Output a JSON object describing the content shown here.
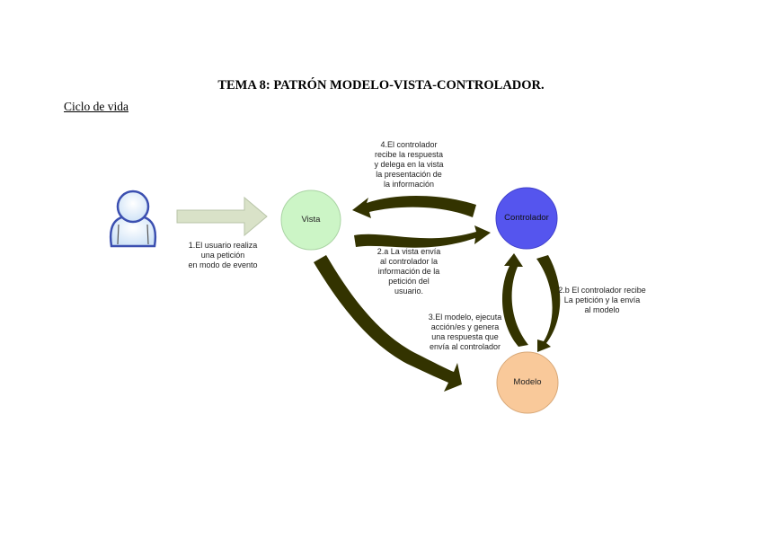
{
  "document": {
    "title": "TEMA 8: PATRÓN MODELO-VISTA-CONTROLADOR.",
    "subtitle": "Ciclo de vida"
  },
  "diagram": {
    "nodes": {
      "user": {
        "icon": "user-icon"
      },
      "vista": {
        "label": "Vista",
        "color": "#ccf5c6"
      },
      "controlador": {
        "label": "Controlador",
        "color": "#5555ee"
      },
      "modelo": {
        "label": "Modelo",
        "color": "#f9c99a"
      }
    },
    "arrow_color": "#333300",
    "user_arrow_color": "#d9e2c8",
    "steps": {
      "step1": "1.El usuario realiza\nuna petición\nen modo de evento",
      "step2a": "2.a La vista envía\nal controlador la\ninformación de la\npetición del\nusuario.",
      "step2b": "2.b El controlador recibe\nLa petición y la envía\nal modelo",
      "step3": "3.El modelo, ejecuta\nacción/es y genera\nuna respuesta que\nenvía al controlador",
      "step4": "4.El controlador\nrecibe la respuesta\ny delega en la vista\nla presentación de\nla información"
    }
  }
}
